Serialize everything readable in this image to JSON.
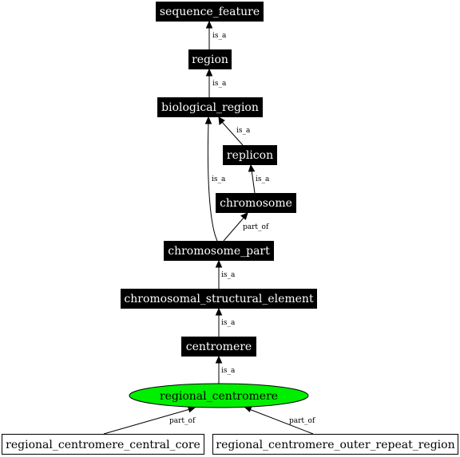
{
  "colors": {
    "term_fill": "#000000",
    "term_text": "#ffffff",
    "focus_fill": "#00ee00",
    "focus_text": "#000000",
    "leaf_fill": "#ffffff",
    "leaf_text": "#000000",
    "outline": "#000000"
  },
  "nodes": {
    "sequence_feature": "sequence_feature",
    "region": "region",
    "biological_region": "biological_region",
    "replicon": "replicon",
    "chromosome": "chromosome",
    "chromosome_part": "chromosome_part",
    "chromosomal_structural_element": "chromosomal_structural_element",
    "centromere": "centromere",
    "regional_centromere": "regional_centromere",
    "regional_centromere_central_core": "regional_centromere_central_core",
    "regional_centromere_outer_repeat_region": "regional_centromere_outer_repeat_region"
  },
  "edges": {
    "region_to_sequence_feature": "is_a",
    "biological_region_to_region": "is_a",
    "replicon_to_biological_region": "is_a",
    "chromosome_to_replicon": "is_a",
    "chromosome_part_to_biological_region": "is_a",
    "chromosome_part_to_chromosome": "part_of",
    "chromosomal_structural_element_to_chromosome_part": "is_a",
    "centromere_to_chromosomal_structural_element": "is_a",
    "regional_centromere_to_centromere": "is_a",
    "central_core_to_regional_centromere": "part_of",
    "outer_repeat_region_to_regional_centromere": "part_of"
  }
}
